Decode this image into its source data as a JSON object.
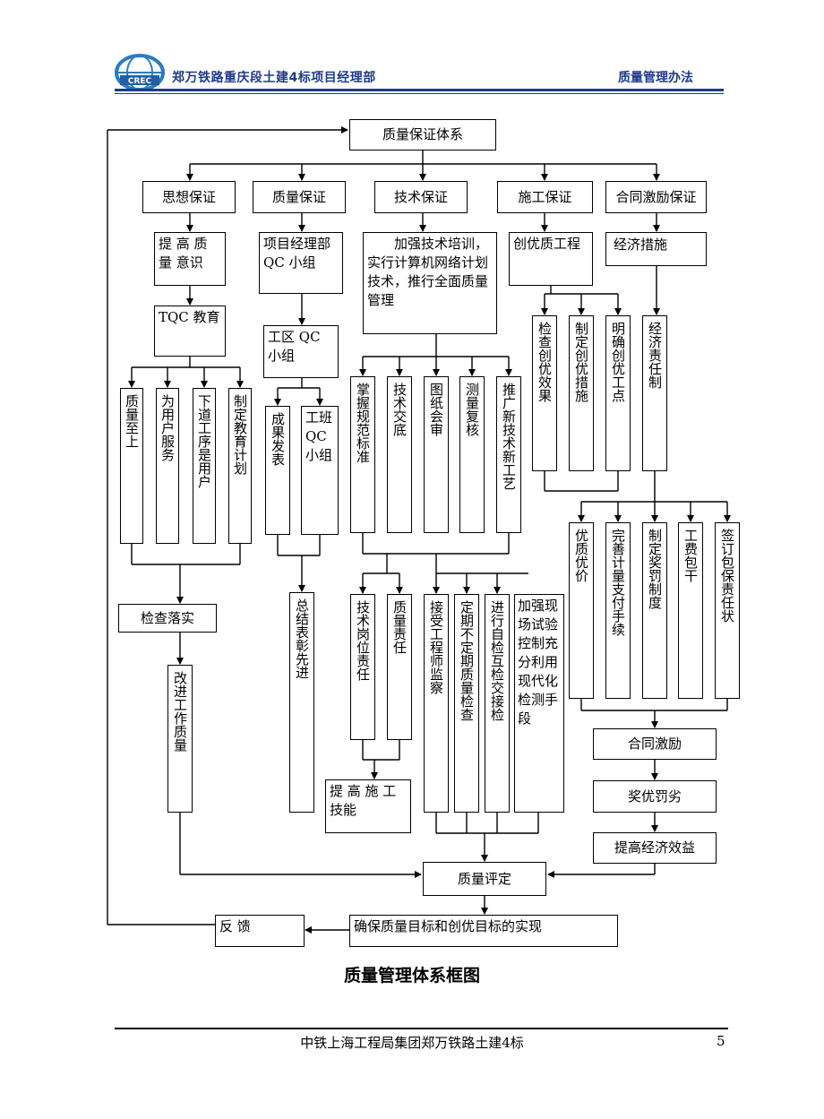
{
  "header": {
    "org": "郑万铁路重庆段土建4标项目经理部",
    "doc": "质量管理办法",
    "logo_text": "CREC"
  },
  "diagram": {
    "root": "质量保证体系",
    "cols": {
      "sixiang": "思想保证",
      "zhiliang": "质量保证",
      "jishu": "技术保证",
      "shigong": "施工保证",
      "hetong": "合同激励保证"
    },
    "tiGao": "提 高 质 量 意识",
    "tqc": "TQC 教育",
    "c1_items": [
      "质量至上",
      "为用户服务",
      "下道工序是用户",
      "制定教育计划"
    ],
    "jianCha": "检查落实",
    "gaiJin": "改进工作质量",
    "xiangMu": "项目经理部 QC 小组",
    "gongQu": "工区 QC 小组",
    "chengGuo": "成果发表",
    "gongBan": "工班 QC 小组",
    "zongJie": "总结表彰先进",
    "jiaQiang": "加强技术培训，实行计算机网络计划技术，推行全面质量管理",
    "c3_items": [
      "掌握规范标准",
      "技术交底",
      "图纸会审",
      "测量复核",
      "推广新技术新工艺"
    ],
    "jiShuGangWei": "技术岗位责任",
    "zhiLiangZeRen": "质量责任",
    "tiGaoShiGong": "提 高 施 工 技能",
    "chuangYou": "创优质工程",
    "c4_items": [
      "检查创优效果",
      "制定创优措施",
      "明确创优工点"
    ],
    "bottom_mid": [
      "接受工程师监察",
      "定期不定期质量检查",
      "进行自检互检交接检",
      "加强现场试验控制充分利用现代化检测手段"
    ],
    "jingJi": "经济措施",
    "jingJiZeRen": "经济责任制",
    "c5_items": [
      "优质优价",
      "完善计量支付手续",
      "制定奖罚制度",
      "工费包干",
      "签订包保责任状"
    ],
    "heTongJiLi": "合同激励",
    "jiangYou": "奖优罚劣",
    "tiGaoJingJi": "提高经济效益",
    "pingDing": "质量评定",
    "queBao": "确保质量目标和创优目标的实现",
    "fanKui": "反 馈"
  },
  "caption": "质量管理体系框图",
  "footer": {
    "text": "中铁上海工程局集团郑万铁路土建4标",
    "page": "5"
  }
}
